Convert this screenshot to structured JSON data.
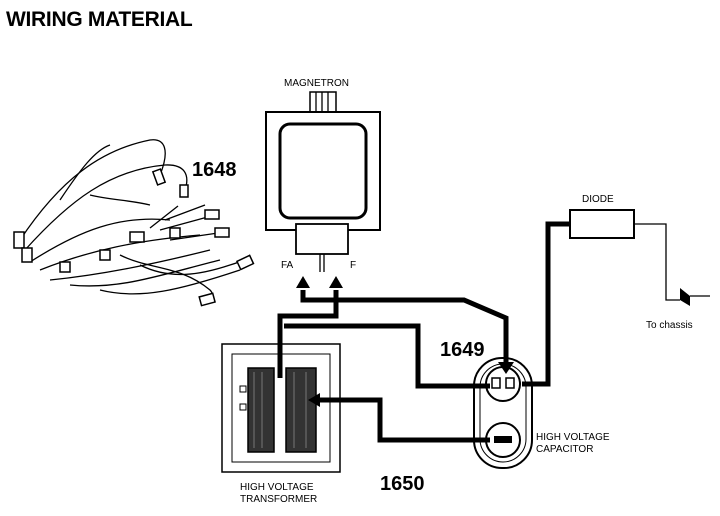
{
  "title": "WIRING MATERIAL",
  "parts": {
    "harness_number": "1648",
    "wire_1649": "1649",
    "wire_1650": "1650"
  },
  "labels": {
    "magnetron": "MAGNETRON",
    "terminal_fa": "FA",
    "terminal_f": "F",
    "diode": "DIODE",
    "to_chassis": "To chassis",
    "capacitor_line1": "HIGH VOLTAGE",
    "capacitor_line2": "CAPACITOR",
    "transformer_line1": "HIGH VOLTAGE",
    "transformer_line2": "TRANSFORMER"
  }
}
